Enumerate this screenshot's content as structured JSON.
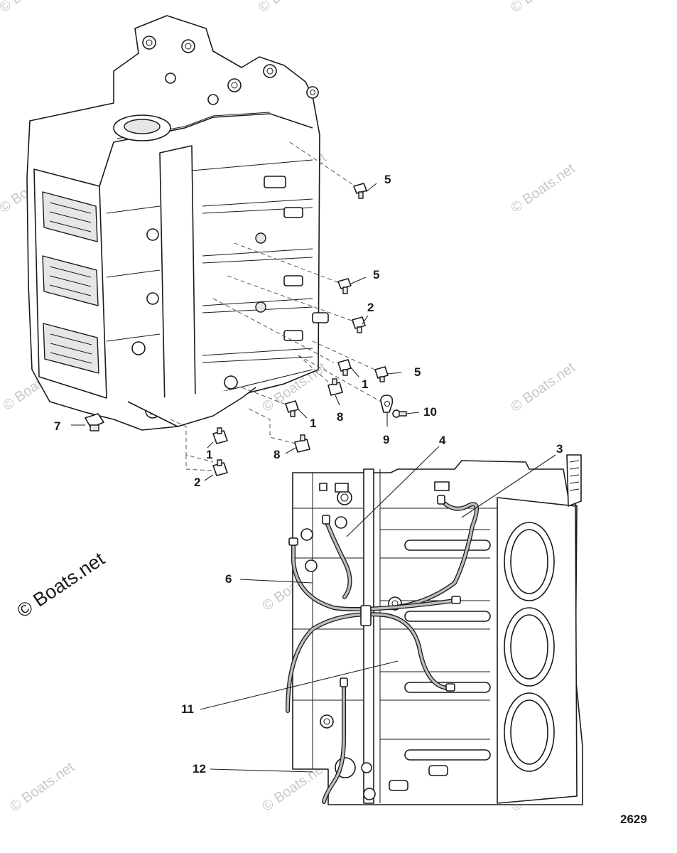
{
  "figure_number": "2629",
  "watermark": {
    "text": "© Boats.net"
  },
  "callouts": [
    {
      "id": "c5a",
      "label": "5"
    },
    {
      "id": "c5b",
      "label": "5"
    },
    {
      "id": "c2a",
      "label": "2"
    },
    {
      "id": "c5c",
      "label": "5"
    },
    {
      "id": "c1a",
      "label": "1"
    },
    {
      "id": "c8a",
      "label": "8"
    },
    {
      "id": "c1b",
      "label": "1"
    },
    {
      "id": "c10",
      "label": "10"
    },
    {
      "id": "c9",
      "label": "9"
    },
    {
      "id": "c7",
      "label": "7"
    },
    {
      "id": "c1c",
      "label": "1"
    },
    {
      "id": "c8b",
      "label": "8"
    },
    {
      "id": "c2b",
      "label": "2"
    },
    {
      "id": "c4",
      "label": "4"
    },
    {
      "id": "c3",
      "label": "3"
    },
    {
      "id": "c6",
      "label": "6"
    },
    {
      "id": "c11",
      "label": "11"
    },
    {
      "id": "c12",
      "label": "12"
    }
  ]
}
